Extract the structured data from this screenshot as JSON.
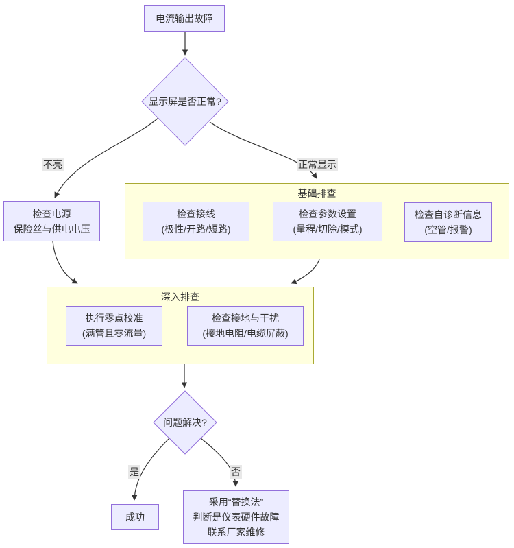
{
  "diagram": {
    "title_semantic": "current-output-fault-troubleshooting-flowchart",
    "colors": {
      "node_fill": "#ECECFF",
      "node_border": "#9370DB",
      "subgraph_fill": "#FFFFDE",
      "subgraph_border": "#AAAA33",
      "edge_stroke": "#333333",
      "edge_label_bg": "#E8E8E8",
      "text": "#333333",
      "background": "#FFFFFF"
    },
    "nodes": {
      "start": {
        "label": "电流输出故障"
      },
      "display_decision": {
        "label": "显示屏是否正常?"
      },
      "check_power": {
        "lines": [
          "检查电源",
          "保险丝与供电电压"
        ]
      },
      "check_wiring": {
        "lines": [
          "检查接线",
          "(极性/开路/短路)"
        ]
      },
      "check_params": {
        "lines": [
          "检查参数设置",
          "(量程/切除/模式)"
        ]
      },
      "check_diag": {
        "lines": [
          "检查自诊断信息",
          "(空管/报警)"
        ]
      },
      "zero_cal": {
        "lines": [
          "执行零点校准",
          "(满管且零流量)"
        ]
      },
      "grounding": {
        "lines": [
          "检查接地与干扰",
          "(接地电阻/电缆屏蔽)"
        ]
      },
      "solved_decision": {
        "label": "问题解决?"
      },
      "success": {
        "label": "成功"
      },
      "replace": {
        "lines": [
          "采用“替换法”",
          "判断是仪表硬件故障",
          "联系厂家维修"
        ]
      }
    },
    "subgraphs": {
      "basic": {
        "title": "基础排查"
      },
      "deep": {
        "title": "深入排查"
      }
    },
    "edge_labels": {
      "not_lit": "不亮",
      "normal": "正常显示",
      "yes": "是",
      "no": "否"
    }
  }
}
